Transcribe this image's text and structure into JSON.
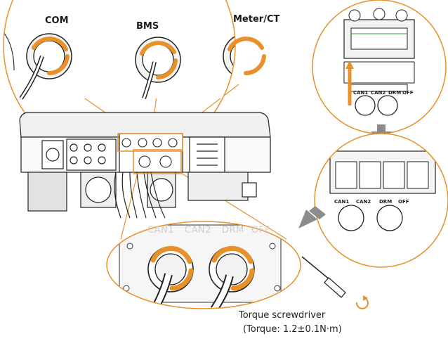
{
  "ports": [
    "CAN1",
    "CAN2",
    "DRM",
    "OFF"
  ],
  "callouts": {
    "top_left": [
      "COM",
      "BMS",
      "Meter/CT"
    ]
  },
  "caption": {
    "tool": "Torque screwdriver",
    "torque": "(Torque: 1.2±0.1N·m)"
  },
  "colors": {
    "accent": "#e8902a",
    "line": "#222222",
    "arrow_gray": "#8c8c8c"
  },
  "icons": [
    "rotate-clockwise-icon",
    "screwdriver-icon",
    "gray-arrow-icon"
  ]
}
